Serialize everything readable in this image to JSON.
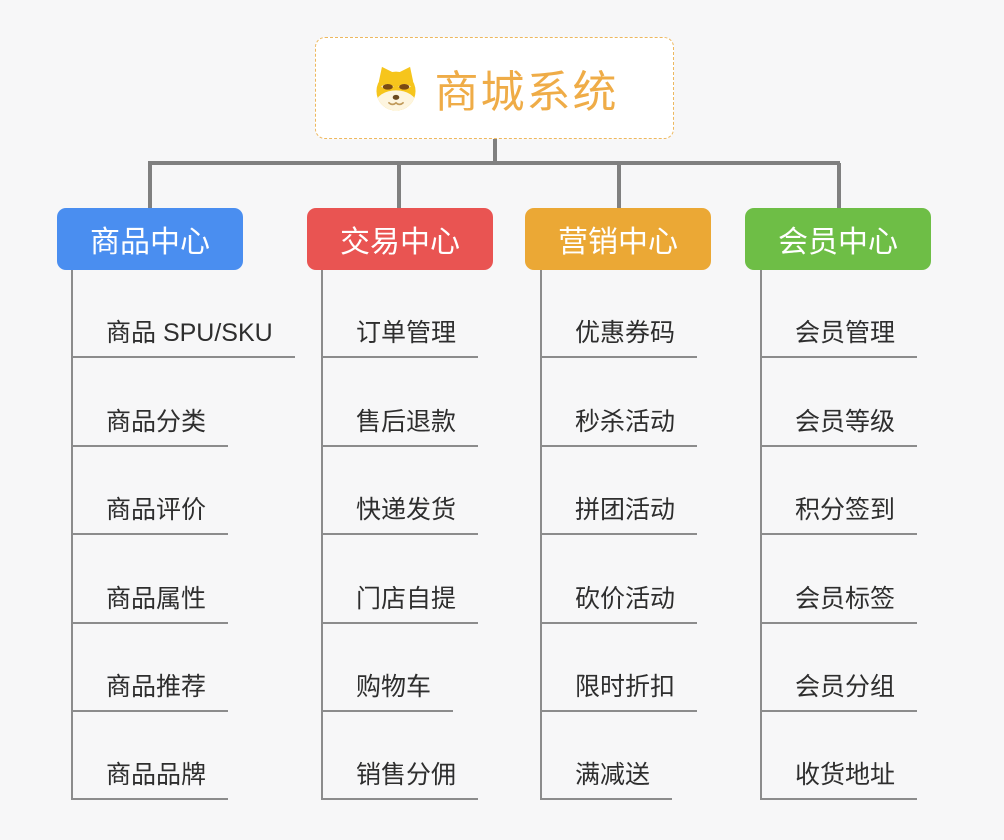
{
  "canvas": {
    "background": "#f7f7f8",
    "connector_color": "#808080",
    "leaf_line_color": "#8c8c8c",
    "leaf_text_color": "#2e2e2e"
  },
  "root": {
    "title": "商城系统",
    "title_color": "#efac47",
    "border_color": "#eeb85e",
    "background": "#ffffff",
    "icon": "dog-face-icon"
  },
  "branches": [
    {
      "label": "商品中心",
      "color": "#4a8ef0",
      "children": [
        "商品 SPU/SKU",
        "商品分类",
        "商品评价",
        "商品属性",
        "商品推荐",
        "商品品牌"
      ]
    },
    {
      "label": "交易中心",
      "color": "#e95452",
      "children": [
        "订单管理",
        "售后退款",
        "快递发货",
        "门店自提",
        "购物车",
        "销售分佣"
      ]
    },
    {
      "label": "营销中心",
      "color": "#eba835",
      "children": [
        "优惠券码",
        "秒杀活动",
        "拼团活动",
        "砍价活动",
        "限时折扣",
        "满减送"
      ]
    },
    {
      "label": "会员中心",
      "color": "#6ebe46",
      "children": [
        "会员管理",
        "会员等级",
        "积分签到",
        "会员标签",
        "会员分组",
        "收货地址"
      ]
    }
  ]
}
